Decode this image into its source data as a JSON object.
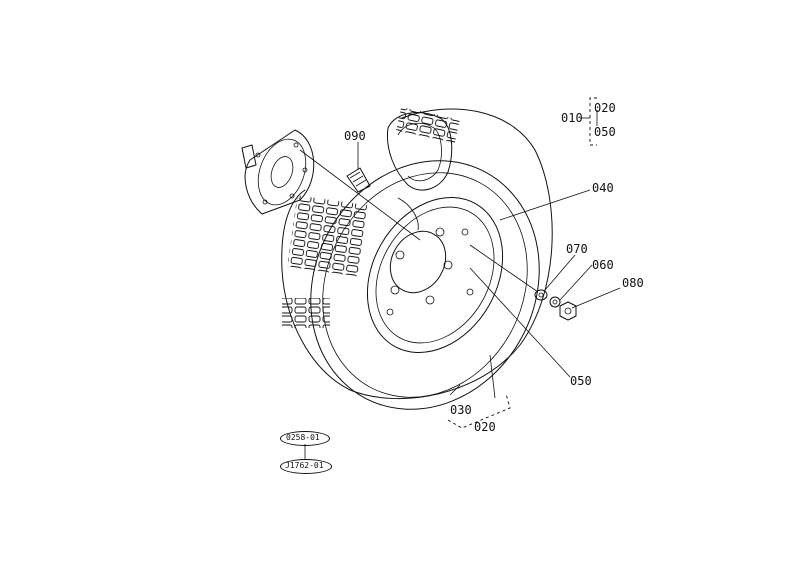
{
  "diagram": {
    "callouts": {
      "p010": "010",
      "p020_top": "020",
      "p050_top": "050",
      "p090": "090",
      "p040": "040",
      "p070": "070",
      "p060": "060",
      "p080": "080",
      "p050": "050",
      "p030": "030",
      "p020": "020"
    },
    "codes": {
      "upper": "0258-01",
      "lower": "J1762-01"
    }
  }
}
